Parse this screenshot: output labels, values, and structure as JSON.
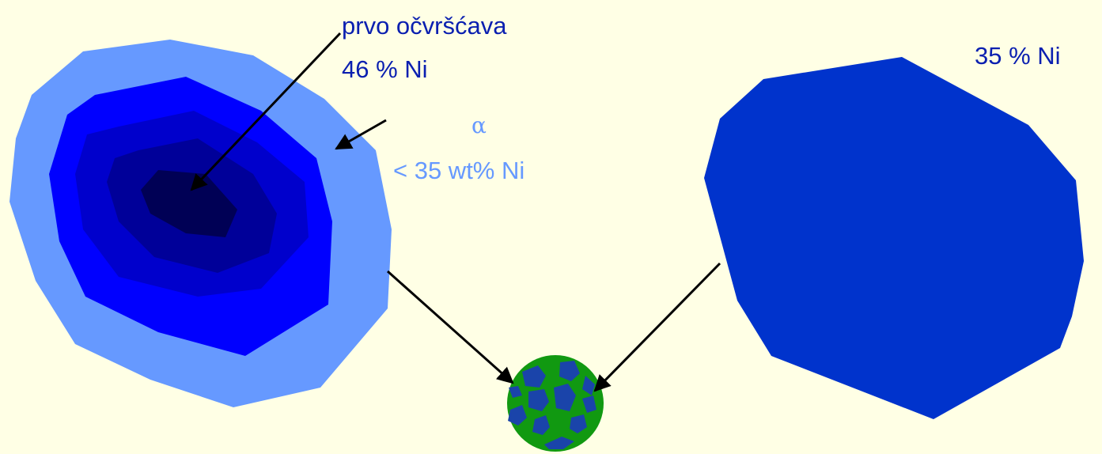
{
  "labels": {
    "first_solidifies": "prvo očvršćava",
    "core_composition": "46 % Ni",
    "phase_symbol": "α",
    "phase_composition": "< 35 wt% Ni",
    "equilibrium_composition": "35 % Ni"
  },
  "colors": {
    "background": "#FFFFE5",
    "layer_outer": "#6699FF",
    "layer_2": "#0000FF",
    "layer_3": "#0000CC",
    "layer_4": "#000099",
    "layer_core": "#000055",
    "uniform_grain": "#0033CC",
    "micro_matrix": "#119911",
    "micro_grain": "#1A44AA",
    "arrow": "#000000",
    "text_dark": "#0A1FB0",
    "text_light": "#6699FF"
  }
}
